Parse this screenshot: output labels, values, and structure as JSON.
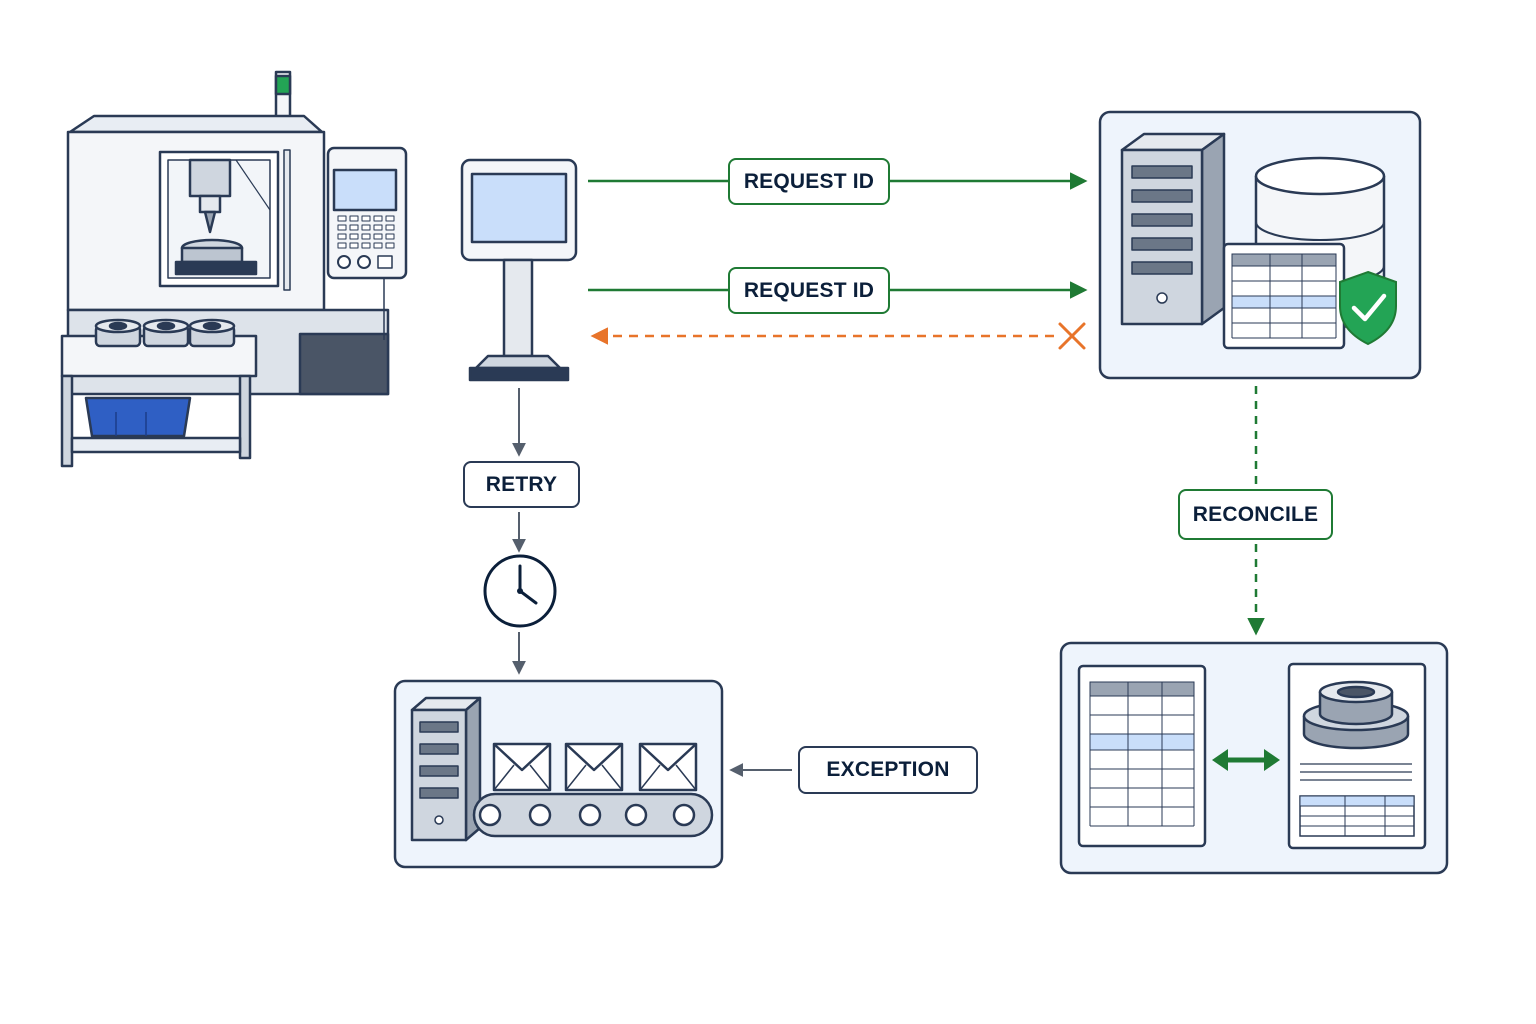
{
  "diagram": {
    "labels": {
      "request_id_1": "REQUEST ID",
      "request_id_2": "REQUEST ID",
      "retry": "RETRY",
      "reconcile": "RECONCILE",
      "exception": "EXCEPTION"
    },
    "colors": {
      "success_flow": "#1f7a34",
      "failed_flow": "#e8742a",
      "neutral_flow": "#555f6d",
      "outline": "#2a3a55",
      "panel_fill": "#eef4fc",
      "screen_blue": "#c9defa",
      "tray_blue": "#2f5fc4",
      "shield_green": "#23a455"
    },
    "icons": [
      "cnc-machine-icon",
      "hmi-terminal-icon",
      "server-icon",
      "database-icon",
      "spreadsheet-icon",
      "shield-check-icon",
      "clock-icon",
      "message-queue-icon",
      "envelope-icon",
      "conveyor-icon",
      "part-drawing-icon",
      "bidirectional-arrow-icon",
      "failure-x-icon"
    ]
  }
}
